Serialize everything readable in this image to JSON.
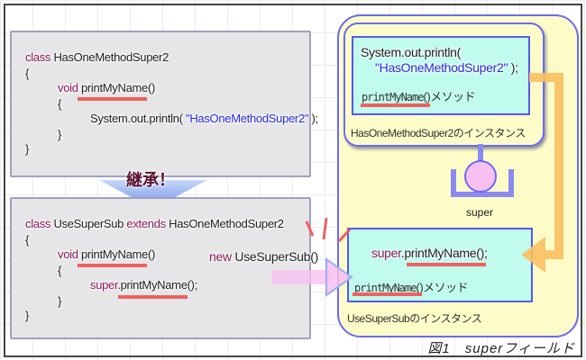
{
  "superclass_code": {
    "line1_kw": "class",
    "line1_name": "HasOneMethodSuper2",
    "open_brace": "{",
    "method_kw": "void",
    "method_name": "printMyName()",
    "inner_open": "{",
    "println": "System.out.println( ",
    "string": "\"HasOneMethodSuper2\"",
    "println_end": " );",
    "inner_close": "}",
    "close_brace": "}"
  },
  "inherit_label": "継承！",
  "subclass_code": {
    "line1_kw": "class",
    "line1_name": "UseSuperSub",
    "extends_kw": "extends",
    "parent_name": "HasOneMethodSuper2",
    "open_brace": "{",
    "method_kw": "void",
    "method_name": "printMyName()",
    "inner_open": "{",
    "super_kw": "super",
    "super_call": ".printMyName();",
    "inner_close": "}",
    "close_brace": "}"
  },
  "new_expr": {
    "kw": "new",
    "name": "UseSuperSub()"
  },
  "super_instance": {
    "println": "System.out.println(",
    "string": "\"HasOneMethodSuper2\"",
    "println_end": " );",
    "method_name": "printMyName",
    "method_suffix": "()メソッド",
    "label": "HasOneMethodSuper2のインスタンス"
  },
  "super_field_label": "super",
  "sub_instance": {
    "super_kw": "super",
    "super_call": ".printMyName();",
    "method_name": "printMyName",
    "method_suffix": "()メソッド",
    "label": "UseSuperSubのインスタンス"
  },
  "caption": "図1　superフィールド",
  "colors": {
    "keyword": "#8a1a5a",
    "string": "#2a2adc",
    "underline": "#f06060",
    "panel": "#fdfcc8",
    "instance": "#c0fbee",
    "arrow": "#f8c060"
  }
}
